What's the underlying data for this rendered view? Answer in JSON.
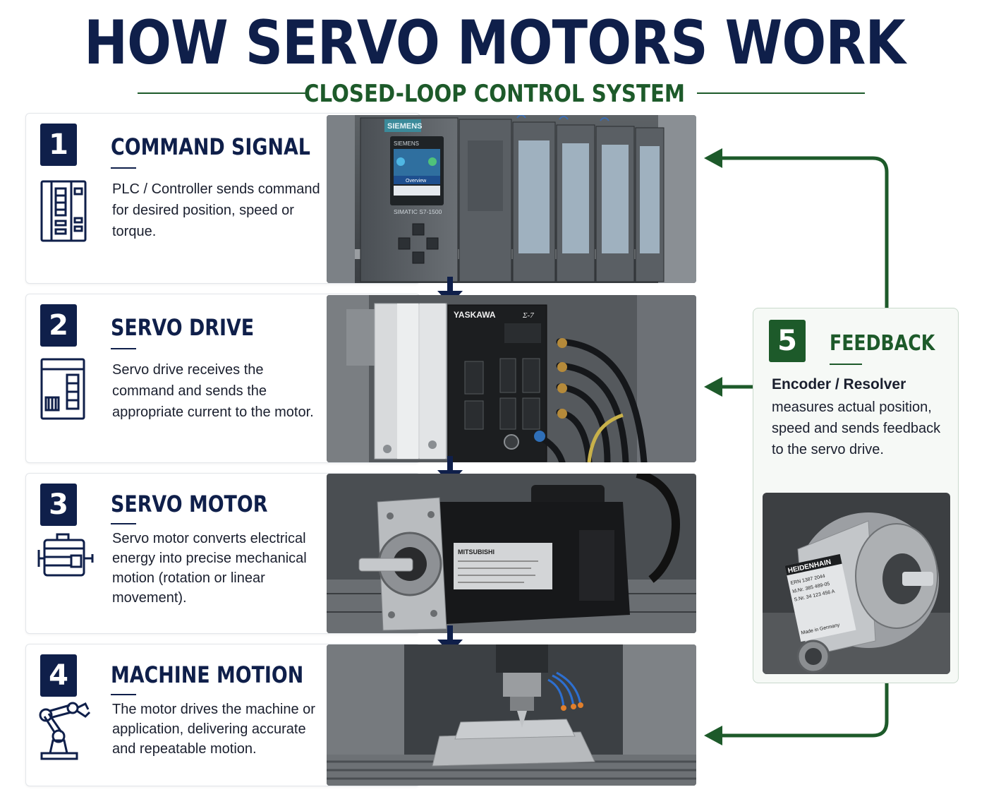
{
  "header": {
    "title": "HOW SERVO MOTORS WORK",
    "subtitle": "CLOSED-LOOP CONTROL SYSTEM"
  },
  "steps": [
    {
      "number": "1",
      "title": "COMMAND SIGNAL",
      "description": "PLC / Controller sends command for desired position, speed or torque.",
      "icon": "plc-icon",
      "photo_labels": {
        "brand": "SIEMENS",
        "screen_brand": "SIEMENS",
        "screen_title": "Overview",
        "model": "SIMATIC S7-1500"
      }
    },
    {
      "number": "2",
      "title": "SERVO DRIVE",
      "description": "Servo drive receives the command and sends the appropriate current to the motor.",
      "icon": "servo-drive-icon",
      "photo_labels": {
        "brand": "YASKAWA",
        "series": "Σ-7"
      }
    },
    {
      "number": "3",
      "title": "SERVO MOTOR",
      "description": "Servo motor converts electrical energy into precise mechanical motion (rotation or linear movement).",
      "icon": "motor-icon",
      "photo_labels": {
        "brand": "MITSUBISHI"
      }
    },
    {
      "number": "4",
      "title": "MACHINE MOTION",
      "description": "The motor drives the machine or application, delivering accurate and repeatable motion.",
      "icon": "robot-arm-icon"
    }
  ],
  "feedback": {
    "number": "5",
    "title": "FEEDBACK",
    "heading": "Encoder / Resolver",
    "description": "measures actual position, speed and sends feedback to the servo drive.",
    "photo_labels": {
      "brand": "HEIDENHAIN",
      "line1": "ERN 1387 2044",
      "line2": "Id.Nr. 385 489-05",
      "line3": "S.Nr. 34 123 456 A",
      "line4": "Made in Germany"
    }
  },
  "colors": {
    "navy": "#0f1f4a",
    "green": "#1d5a2a"
  }
}
